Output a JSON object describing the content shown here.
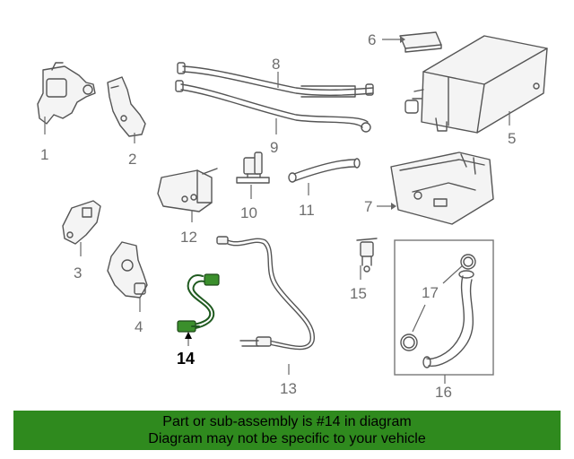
{
  "diagram": {
    "callouts": {
      "c1": "1",
      "c2": "2",
      "c3": "3",
      "c4": "4",
      "c5": "5",
      "c6": "6",
      "c7": "7",
      "c8": "8",
      "c9": "9",
      "c10": "10",
      "c11": "11",
      "c12": "12",
      "c13": "13",
      "c14": "14",
      "c15": "15",
      "c16": "16",
      "c17": "17"
    },
    "highlighted_part": "14",
    "colors": {
      "highlight": "#3b8f2c",
      "banner": "#2f8a1e",
      "line": "#555555"
    }
  },
  "banner": {
    "line1": "Part or sub-assembly is #14 in diagram",
    "line2": "Diagram may not be specific to your vehicle"
  }
}
